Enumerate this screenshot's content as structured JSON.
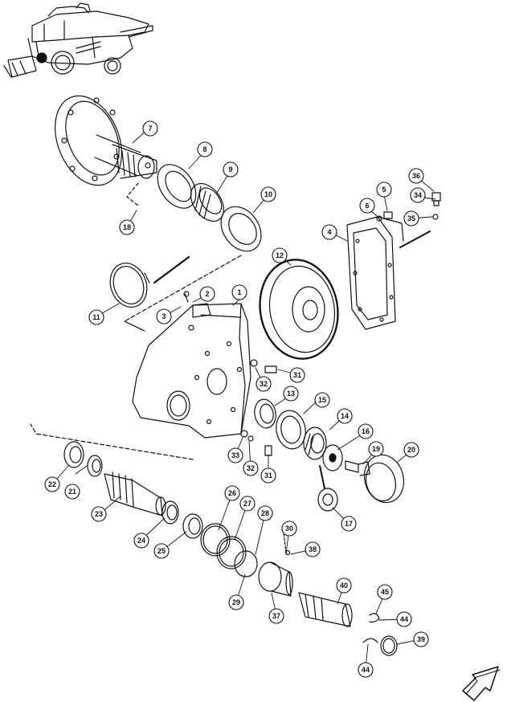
{
  "diagram": {
    "colors": {
      "line": "#111111",
      "background": "#ffffff",
      "callout_fill": "#ffffff"
    },
    "callouts": [
      {
        "id": "c1",
        "label": "1"
      },
      {
        "id": "c2",
        "label": "2"
      },
      {
        "id": "c3",
        "label": "3"
      },
      {
        "id": "c4",
        "label": "4"
      },
      {
        "id": "c5",
        "label": "5"
      },
      {
        "id": "c6",
        "label": "6"
      },
      {
        "id": "c7",
        "label": "7"
      },
      {
        "id": "c8",
        "label": "8"
      },
      {
        "id": "c9",
        "label": "9"
      },
      {
        "id": "c10",
        "label": "10"
      },
      {
        "id": "c11",
        "label": "11"
      },
      {
        "id": "c12",
        "label": "12"
      },
      {
        "id": "c13",
        "label": "13"
      },
      {
        "id": "c14",
        "label": "14"
      },
      {
        "id": "c15",
        "label": "15"
      },
      {
        "id": "c16",
        "label": "16"
      },
      {
        "id": "c17",
        "label": "17"
      },
      {
        "id": "c18",
        "label": "18"
      },
      {
        "id": "c19",
        "label": "19"
      },
      {
        "id": "c20",
        "label": "20"
      },
      {
        "id": "c21",
        "label": "21"
      },
      {
        "id": "c22",
        "label": "22"
      },
      {
        "id": "c23",
        "label": "23"
      },
      {
        "id": "c24",
        "label": "24"
      },
      {
        "id": "c25",
        "label": "25"
      },
      {
        "id": "c26",
        "label": "26"
      },
      {
        "id": "c27",
        "label": "27"
      },
      {
        "id": "c28",
        "label": "28"
      },
      {
        "id": "c29",
        "label": "29"
      },
      {
        "id": "c30",
        "label": "30"
      },
      {
        "id": "c31a",
        "label": "31"
      },
      {
        "id": "c31b",
        "label": "31"
      },
      {
        "id": "c32a",
        "label": "32"
      },
      {
        "id": "c32b",
        "label": "32"
      },
      {
        "id": "c33",
        "label": "33"
      },
      {
        "id": "c34",
        "label": "34"
      },
      {
        "id": "c35",
        "label": "35"
      },
      {
        "id": "c36",
        "label": "36"
      },
      {
        "id": "c37",
        "label": "37"
      },
      {
        "id": "c38",
        "label": "38"
      },
      {
        "id": "c39",
        "label": "39"
      },
      {
        "id": "c40",
        "label": "40"
      },
      {
        "id": "c44a",
        "label": "44"
      },
      {
        "id": "c44b",
        "label": "44"
      },
      {
        "id": "c45",
        "label": "45"
      }
    ]
  }
}
